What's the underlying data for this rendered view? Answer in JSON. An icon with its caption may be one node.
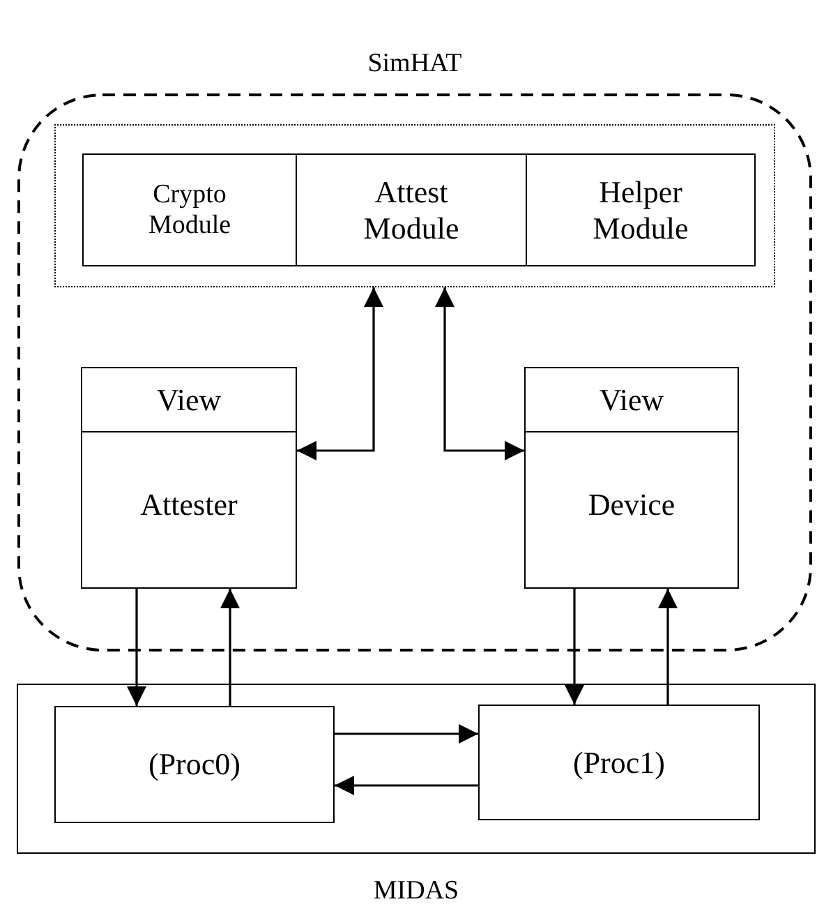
{
  "diagram": {
    "nodes": [
      {
        "text": [
          "SimHAT"
        ]
      },
      {
        "text": [],
        "shape": "box",
        "in": 0
      },
      {
        "text": [
          "Crypto Module"
        ],
        "in": 1
      },
      {
        "text": [
          "Attest Module"
        ],
        "in": 1
      },
      {
        "text": [
          "Helper Module"
        ],
        "in": 1
      },
      {
        "text": [
          "View",
          "Attester"
        ],
        "in": 0
      },
      {
        "text": [
          "View",
          "Device"
        ],
        "in": 0
      },
      {
        "text": [
          "MIDAS"
        ]
      },
      {
        "text": [
          "(Proc0)"
        ],
        "in": 7
      },
      {
        "text": [
          "(Proc1)"
        ],
        "in": 7
      }
    ],
    "edges": [
      {
        "from": 5,
        "to": 8,
        "arrow": "to"
      },
      {
        "from": 8,
        "to": 5,
        "arrow": "to"
      },
      {
        "from": 6,
        "to": 9,
        "arrow": "to"
      },
      {
        "from": 9,
        "to": 6,
        "arrow": "to"
      },
      {
        "from": 8,
        "to": 9,
        "arrow": "to"
      },
      {
        "from": 9,
        "to": 8,
        "arrow": "to"
      },
      {
        "from": 1,
        "to": 5,
        "arrow": "both"
      },
      {
        "from": 1,
        "to": 6,
        "arrow": "both"
      }
    ]
  }
}
